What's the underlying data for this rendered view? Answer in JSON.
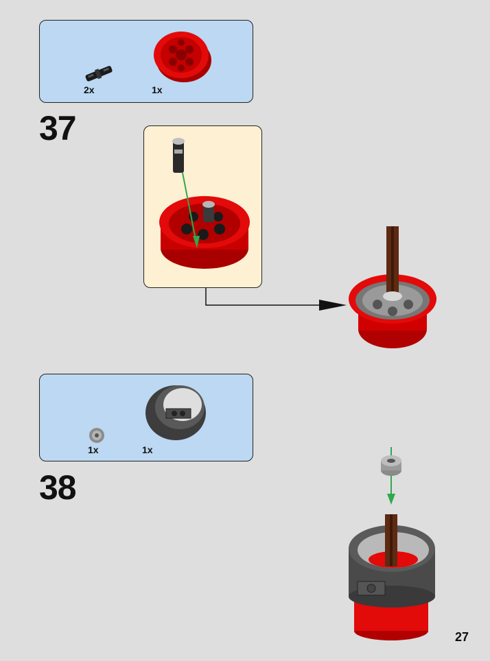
{
  "steps": [
    {
      "number": "37",
      "parts": [
        {
          "icon": "black-friction-pin-icon",
          "qty": "2x"
        },
        {
          "icon": "red-wheel-rim-icon",
          "qty": "1x"
        }
      ]
    },
    {
      "number": "38",
      "parts": [
        {
          "icon": "gray-bush-icon",
          "qty": "1x"
        },
        {
          "icon": "dark-gray-tire-icon",
          "qty": "1x"
        }
      ]
    }
  ],
  "page_number": "27",
  "colors": {
    "background": "#dedede",
    "parts_box": "#bcd8f2",
    "sub_assembly_box": "#fdf0d3",
    "brick_red": "#e30a0a",
    "guide_arrow": "#2fa84f"
  }
}
